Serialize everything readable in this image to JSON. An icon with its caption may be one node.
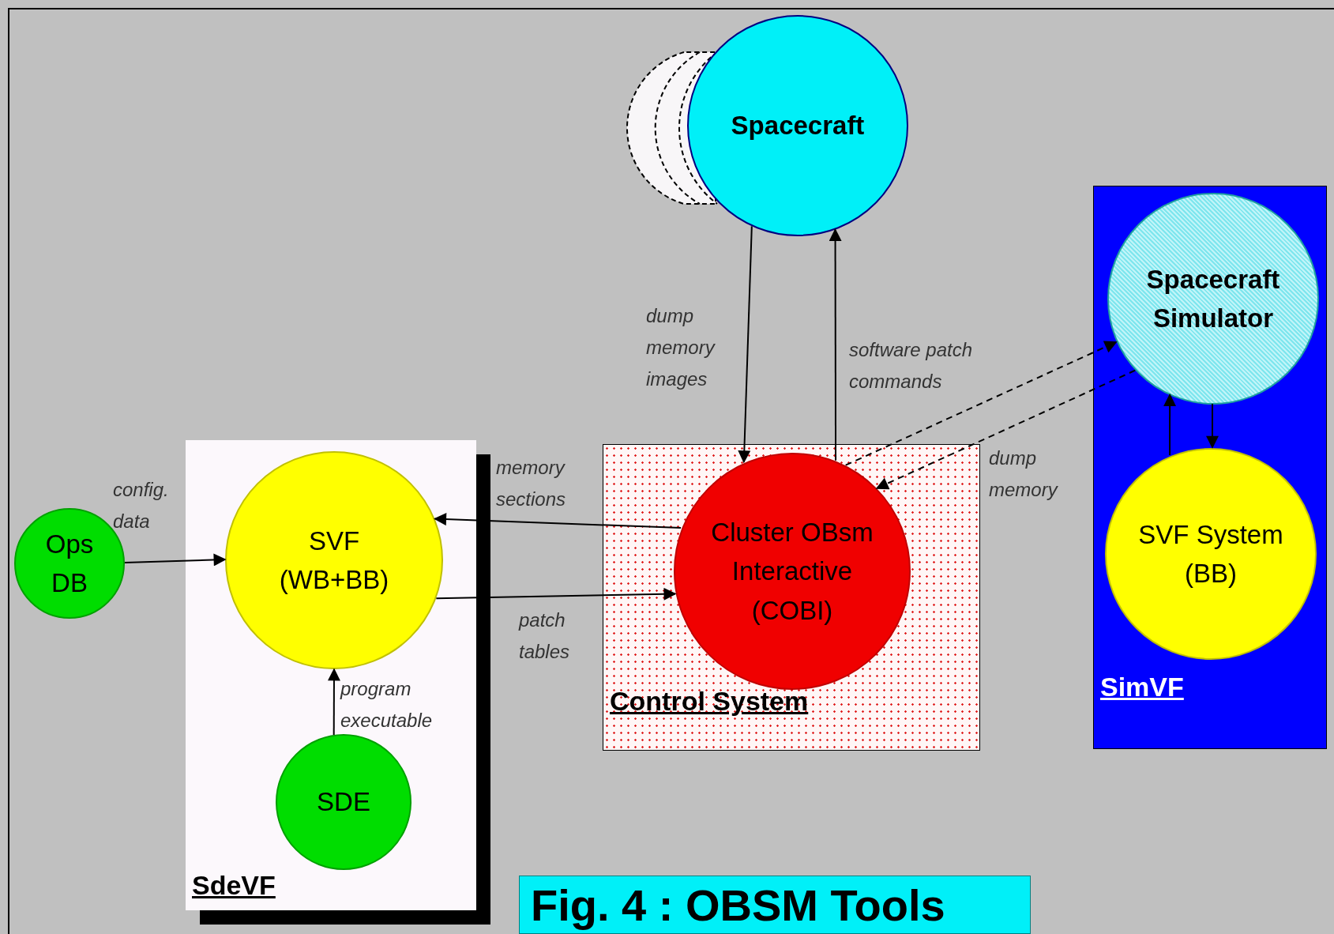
{
  "diagram": {
    "title": "Fig. 4 : OBSM Tools",
    "nodes": [
      {
        "text": [
          "Spacecraft"
        ]
      },
      {
        "text": [
          "SimVF"
        ]
      },
      {
        "text": [
          "Spacecraft Simulator"
        ],
        "in": 1
      },
      {
        "text": [
          "SVF System (BB)"
        ],
        "in": 1
      },
      {
        "text": [
          "Control System"
        ]
      },
      {
        "text": [
          "Cluster OBsm Interactive (COBI)"
        ],
        "in": 4
      },
      {
        "text": [
          "SdeVF"
        ]
      },
      {
        "text": [
          "Ops DB"
        ]
      },
      {
        "text": [
          "SVF (WB+BB)"
        ],
        "in": 6
      },
      {
        "text": [
          "SDE"
        ],
        "in": 6
      }
    ],
    "edges": [
      {
        "from": 7,
        "to": 8,
        "arrow": "to",
        "label": "config. data"
      },
      {
        "from": 9,
        "to": 8,
        "arrow": "to",
        "label": "program executable"
      },
      {
        "from": 5,
        "to": 8,
        "arrow": "to",
        "label": "memory sections"
      },
      {
        "from": 8,
        "to": 5,
        "arrow": "to",
        "label": "patch tables"
      },
      {
        "from": 0,
        "to": 5,
        "arrow": "to",
        "label": "dump memory images"
      },
      {
        "from": 5,
        "to": 0,
        "arrow": "to",
        "label": "software patch commands"
      },
      {
        "from": 5,
        "to": 2,
        "arrow": "to",
        "style": "dashed"
      },
      {
        "from": 2,
        "to": 5,
        "arrow": "to",
        "style": "dashed",
        "label": "dump memory"
      },
      {
        "from": 3,
        "to": 2,
        "arrow": "to"
      },
      {
        "from": 2,
        "to": 3,
        "arrow": "to"
      }
    ]
  }
}
